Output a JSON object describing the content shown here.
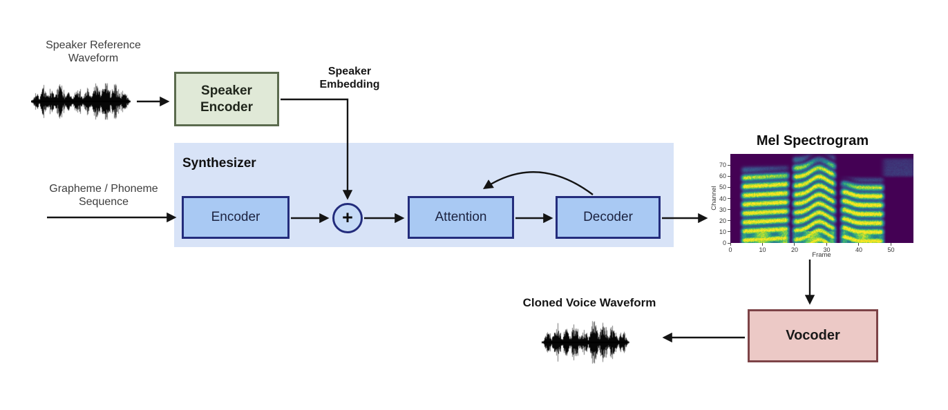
{
  "colors": {
    "synthesizer_bg": "#d8e3f7",
    "blue_node_fill": "#a9c9f3",
    "blue_node_border": "#232c7c",
    "green_node_fill": "#e0e9d7",
    "green_node_border": "#5b6b4e",
    "pink_node_fill": "#ecc9c6",
    "pink_node_border": "#7d4347",
    "arrow": "#141414",
    "waveform": "#000000"
  },
  "labels": {
    "speaker_reference_waveform": "Speaker Reference\nWaveform",
    "speaker_embedding": "Speaker\nEmbedding",
    "grapheme_phoneme_sequence": "Grapheme / Phoneme\nSequence",
    "synthesizer": "Synthesizer",
    "cloned_voice_waveform": "Cloned Voice Waveform"
  },
  "nodes": {
    "speaker_encoder": {
      "label": "Speaker\nEncoder"
    },
    "encoder": {
      "label": "Encoder"
    },
    "sum_junction": {
      "label": "+"
    },
    "attention": {
      "label": "Attention"
    },
    "decoder": {
      "label": "Decoder"
    },
    "vocoder": {
      "label": "Vocoder"
    }
  },
  "chart_data": {
    "type": "heatmap",
    "title": "Mel Spectrogram",
    "xlabel": "Frame",
    "ylabel": "Channel",
    "x_ticks": [
      0,
      10,
      20,
      30,
      40,
      50
    ],
    "y_ticks": [
      0,
      10,
      20,
      30,
      40,
      50,
      60,
      70
    ],
    "xlim": [
      0,
      57
    ],
    "ylim": [
      0,
      80
    ],
    "colormap": "viridis",
    "colormap_stops": [
      "#440154",
      "#3b528b",
      "#21918c",
      "#5ec962",
      "#c8e020",
      "#fde725"
    ],
    "voiced_segments_frames": [
      [
        2.5,
        17
      ],
      [
        18.5,
        31.5
      ],
      [
        33.5,
        46.5
      ]
    ],
    "description": "Viridis mel-spectrogram: three voiced segments of stacked yellow-green harmonic bands between frames ~2-47 over a dark purple background; bright solid band along the lowest channels; nearly silent after frame ~47 with a faint wisp near channels 60-75."
  },
  "waveforms": {
    "speaker_reference": {
      "bursts": [
        [
          0.05,
          0.03,
          0.5
        ],
        [
          0.12,
          0.035,
          0.85
        ],
        [
          0.19,
          0.04,
          0.65
        ],
        [
          0.28,
          0.045,
          0.95
        ],
        [
          0.36,
          0.03,
          0.55
        ],
        [
          0.45,
          0.04,
          0.8
        ],
        [
          0.54,
          0.035,
          0.7
        ],
        [
          0.63,
          0.05,
          0.9
        ],
        [
          0.72,
          0.05,
          1.0
        ],
        [
          0.81,
          0.05,
          0.85
        ],
        [
          0.89,
          0.04,
          0.6
        ]
      ]
    },
    "cloned_voice": {
      "bursts": [
        [
          0.08,
          0.04,
          0.6
        ],
        [
          0.17,
          0.045,
          0.9
        ],
        [
          0.27,
          0.04,
          0.7
        ],
        [
          0.36,
          0.05,
          0.85
        ],
        [
          0.46,
          0.04,
          0.6
        ],
        [
          0.56,
          0.05,
          1.0
        ],
        [
          0.66,
          0.05,
          0.9
        ],
        [
          0.76,
          0.05,
          0.8
        ],
        [
          0.86,
          0.04,
          0.55
        ]
      ]
    }
  }
}
